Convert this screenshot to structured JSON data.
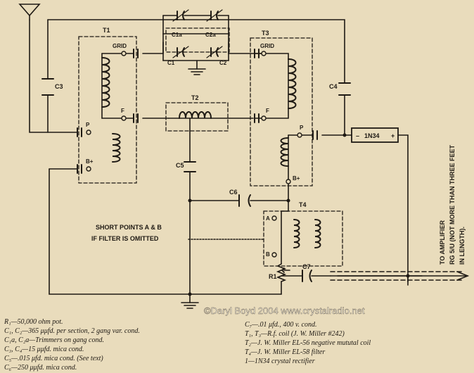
{
  "labels": {
    "t1": "T1",
    "t2": "T2",
    "t3": "T3",
    "t4": "T4",
    "grid_left": "GRID",
    "grid_right": "GRID",
    "f_left": "F",
    "f_right": "F",
    "p_left": "P",
    "p_right": "P",
    "bplus_left": "B+",
    "bplus_right": "B+",
    "c1a": "C1a",
    "c2a": "C2a",
    "c1": "C1",
    "c2": "C2",
    "c3": "C3",
    "c4": "C4",
    "c5": "C5",
    "c6": "C6",
    "c7": "C7",
    "r1": "R1",
    "a": "A",
    "b": "B",
    "diode": "1N34"
  },
  "notes": {
    "short_line1": "SHORT POINTS A & B",
    "short_line2": "IF FILTER IS OMITTED"
  },
  "output_note": {
    "line1": "TO AMPLIFIER",
    "line2": "RG 5/U (NOT MORE THAN THREE FEET",
    "line3": "IN LENGTH)."
  },
  "copyright": "©Daryl Boyd 2004   www.crystalradio.net",
  "legend": {
    "left": [
      "R₁—50,000 ohm pot.",
      "C₁, C₂—365 μμfd. per section, 2 gang var. cond.",
      "C₁a, C₂a—Trimmers on gang cond.",
      "C₃, C₄—15 μμfd. mica cond.",
      "C₅—.015 μfd. mica cond. (See text)",
      "C₆—250 μμfd. mica cond."
    ],
    "right": [
      "C₇—.01 μfd., 400 v. cond.",
      "T₁, T₃—R.f. coil (J. W. Miller #242)",
      "T₂—J. W. Miller EL-56 negative mututal coil",
      "T₄—J. W. Miller EL-58 filter",
      "1—1N34 crystal rectifier"
    ]
  },
  "colors": {
    "paper": "#e9dcbc",
    "ink": "#1f1a14"
  }
}
